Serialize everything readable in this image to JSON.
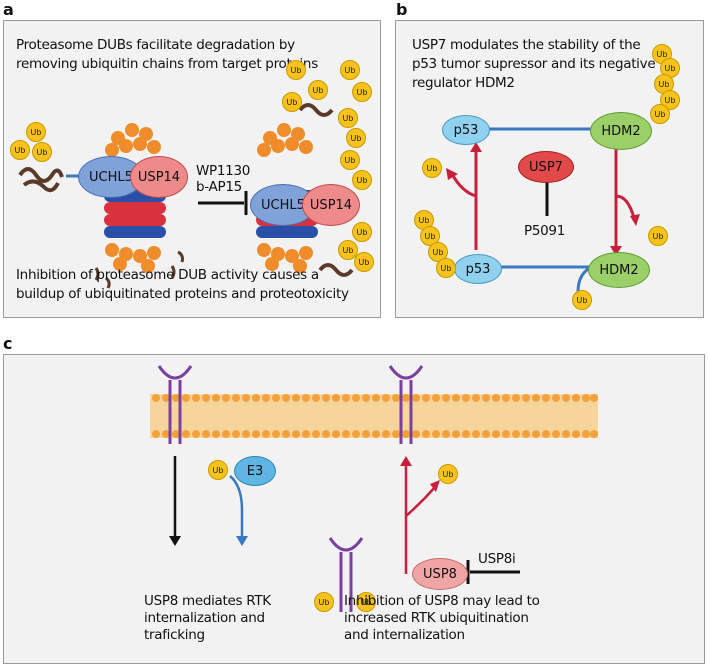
{
  "panels": {
    "a": {
      "label": "a",
      "title_line1": "Proteasome DUBs facilitate degradation by",
      "title_line2": "removing ubiquitin chains from target proteins",
      "enzyme1": "UCHL5",
      "enzyme2": "USP14",
      "inhibitor1": "WP1130",
      "inhibitor2": "b-AP15",
      "caption_line1": "Inhibition of proteasome DUB activity causes a",
      "caption_line2": "buildup of ubiquitinated proteins and proteotoxicity"
    },
    "b": {
      "label": "b",
      "title_line1": "USP7 modulates the stability of the",
      "title_line2": "p53 tumor supressor and its negative",
      "title_line3": "regulator HDM2",
      "p53": "p53",
      "hdm2": "HDM2",
      "usp7": "USP7",
      "inhibitor": "P5091"
    },
    "c": {
      "label": "c",
      "e3": "E3",
      "usp8": "USP8",
      "inhibitor": "USP8i",
      "left_caption_line1": "USP8 mediates RTK",
      "left_caption_line2": "internalization and",
      "left_caption_line3": "traficking",
      "right_caption_line1": "Inhibition of USP8 may lead to",
      "right_caption_line2": "increased RTK ubiquitination",
      "right_caption_line3": "and internalization"
    }
  },
  "ub_label": "Ub",
  "colors": {
    "blue_arrow": "#3a78c2",
    "red_arrow": "#c8203a",
    "uchl5": "#7fa3d8",
    "usp14": "#ef8a8a",
    "p53": "#8fd1ee",
    "hdm2": "#9ad067",
    "usp7": "#e24a4a",
    "usp8": "#f0a5a5",
    "e3": "#5fb6e3",
    "ub": "#f7c21a",
    "receptor": "#7b3fa0",
    "membrane": "#f2a23a"
  }
}
